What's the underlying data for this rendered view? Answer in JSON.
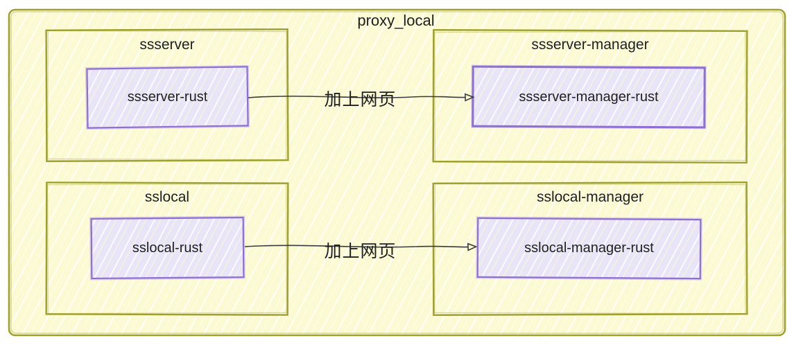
{
  "diagram": {
    "title": "proxy_local",
    "groups": [
      {
        "label": "ssserver",
        "node": "ssserver-rust"
      },
      {
        "label": "ssserver-manager",
        "node": "ssserver-manager-rust"
      },
      {
        "label": "sslocal",
        "node": "sslocal-rust"
      },
      {
        "label": "sslocal-manager",
        "node": "sslocal-manager-rust"
      }
    ],
    "edges": [
      {
        "from": "ssserver-rust",
        "to": "ssserver-manager-rust",
        "label": "加上网页"
      },
      {
        "from": "sslocal-rust",
        "to": "sslocal-manager-rust",
        "label": "加上网页"
      }
    ],
    "colors": {
      "canvas_background": "#ffffff",
      "container_fill": "#fbfad2",
      "container_border": "#a0a02e",
      "node_fill": "#e9e5f9",
      "node_border": "#8e6fd6",
      "text": "#1f1f1f",
      "arrow": "#3a3a3a"
    }
  }
}
